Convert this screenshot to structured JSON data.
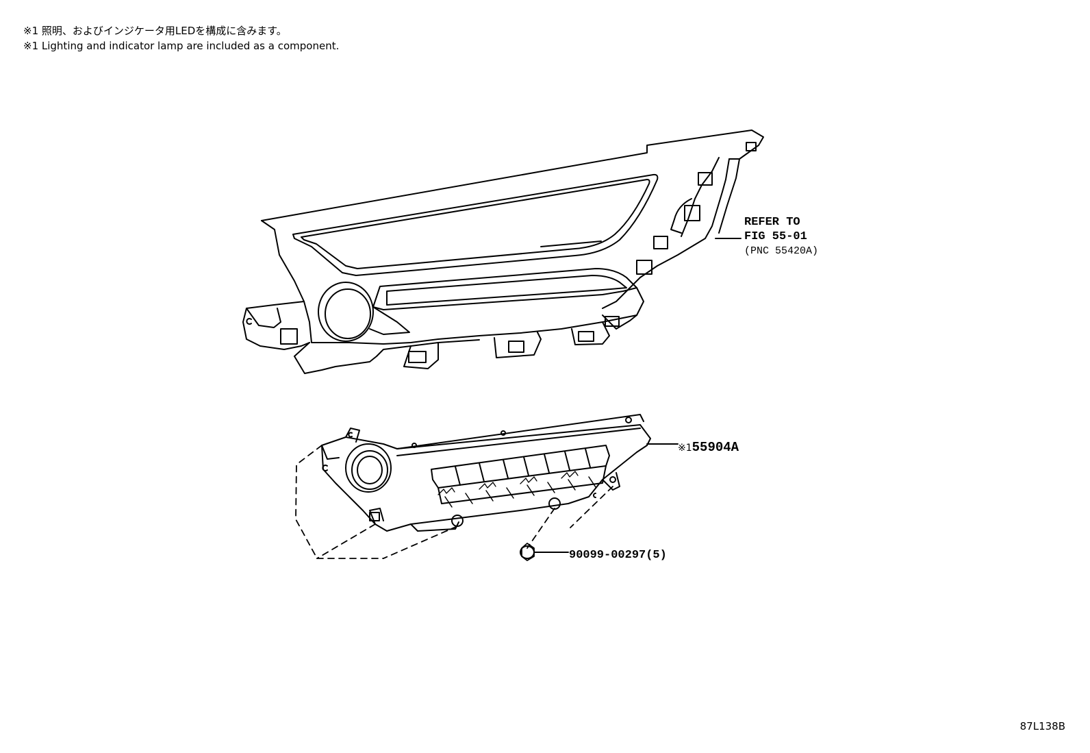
{
  "notes": {
    "jp": "※1 照明、およびインジケータ用LEDを構成に含みます。",
    "en": "※1 Lighting and indicator lamp are included as a component."
  },
  "refer": {
    "line1": "REFER TO",
    "line2": "FIG 55-01",
    "line3": "(PNC 55420A)"
  },
  "parts": {
    "main_mark": "※1",
    "main_number": "55904A",
    "bolt_number": "90099-00297(5)"
  },
  "figure_code": "87L138B"
}
